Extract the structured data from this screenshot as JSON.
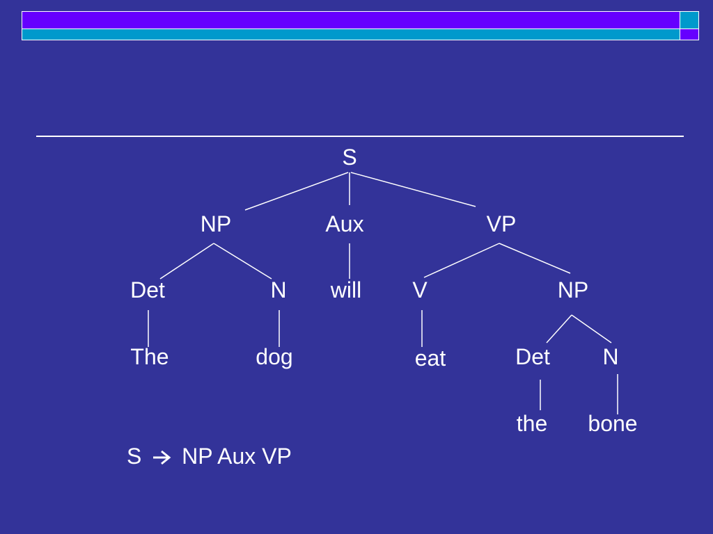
{
  "colors": {
    "background": "#333399",
    "bar_top": "#6600ff",
    "bar_bottom": "#0099cc",
    "text": "#ffffff",
    "lines": "#ffffff"
  },
  "tree": {
    "root": "S",
    "np": "NP",
    "aux": "Aux",
    "vp": "VP",
    "det1": "Det",
    "n1": "N",
    "will": "will",
    "v": "V",
    "np2": "NP",
    "the1": "The",
    "dog": "dog",
    "eat": "eat",
    "det2": "Det",
    "n2": "N",
    "the2": "the",
    "bone": "bone"
  },
  "rule": {
    "lhs": "S",
    "arrow_icon": "right-arrow-icon",
    "rhs": "NP Aux VP"
  }
}
